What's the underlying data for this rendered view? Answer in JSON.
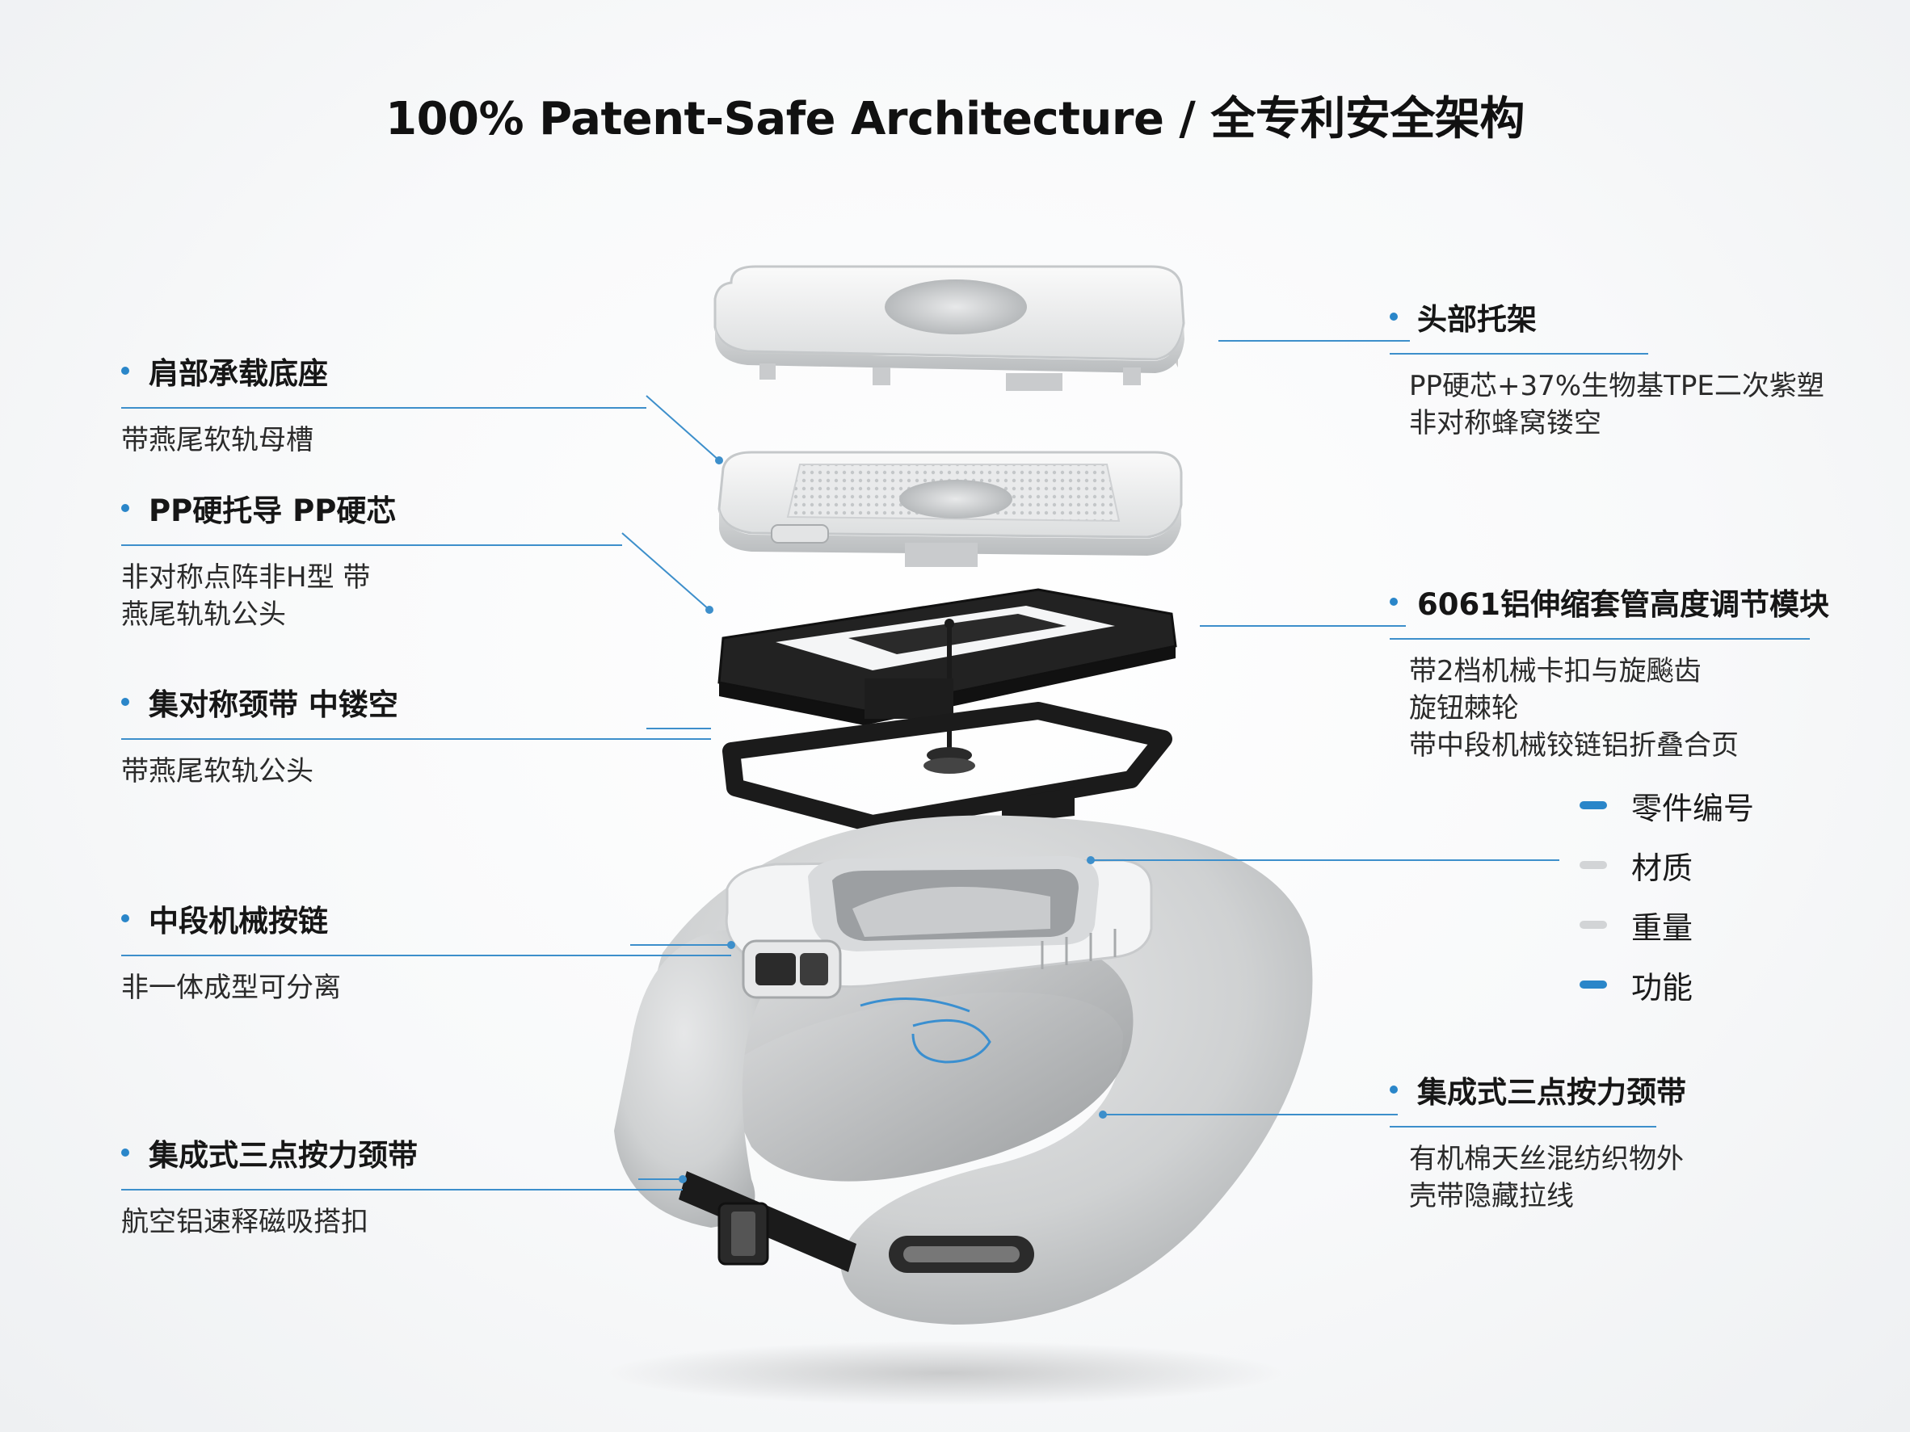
{
  "title": "100% Patent-Safe Architecture / 全专利安全架构",
  "colors": {
    "accent": "#2a86c9",
    "line": "#3d8fcb",
    "legend_gray": "#d2d4d6",
    "frame_black": "#1b1b1b",
    "shell_white": "#f2f3f4",
    "fabric_gray": "#c9cbcd"
  },
  "callouts_left": [
    {
      "heading": "肩部承载底座",
      "lines": [
        "带燕尾软轨母槽"
      ]
    },
    {
      "heading": "PP硬托导 PP硬芯",
      "lines": [
        "非对称点阵非H型 带",
        "燕尾轨轨公头"
      ]
    },
    {
      "heading": "集对称颈带 中镂空",
      "lines": [
        "带燕尾软轨公头"
      ]
    },
    {
      "heading": "中段机械按链",
      "lines": [
        "非一体成型可分离"
      ]
    },
    {
      "heading": "集成式三点按力颈带",
      "lines": [
        "航空铝速释磁吸搭扣"
      ]
    }
  ],
  "callouts_right": [
    {
      "heading": "头部托架",
      "lines": [
        "PP硬芯+37%生物基TPE二次紫塑",
        "非对称蜂窝镂空"
      ]
    },
    {
      "heading": "6061铝伸缩套管高度调节模块",
      "lines": [
        "带2档机械卡扣与旋飈齿",
        "旋钮棘轮",
        "带中段机械铰链铝折叠合页"
      ]
    },
    {
      "heading": "集成式三点按力颈带",
      "lines": [
        "有机棉天丝混纺织物外",
        "壳带隐藏拉线"
      ]
    }
  ],
  "legend": [
    {
      "label": "零件编号",
      "color": "#2a86c9"
    },
    {
      "label": "材质",
      "color": "#d2d4d6"
    },
    {
      "label": "重量",
      "color": "#d2d4d6"
    },
    {
      "label": "功能",
      "color": "#2a86c9"
    }
  ]
}
